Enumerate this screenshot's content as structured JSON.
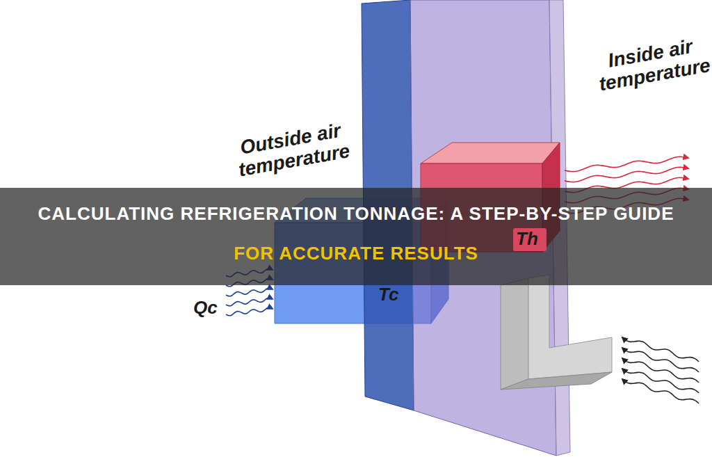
{
  "diagram": {
    "title": "CALCULATING REFRIGERATION TONNAGE: A STEP-BY-STEP GUIDE",
    "nodes": [
      {
        "text": [
          "Tc"
        ]
      },
      {
        "text": [
          "Th"
        ]
      }
    ],
    "labels": [
      "Outside air temperature",
      "Inside air temperature",
      "Qc",
      "FOR ACCURATE RESULTS"
    ]
  }
}
